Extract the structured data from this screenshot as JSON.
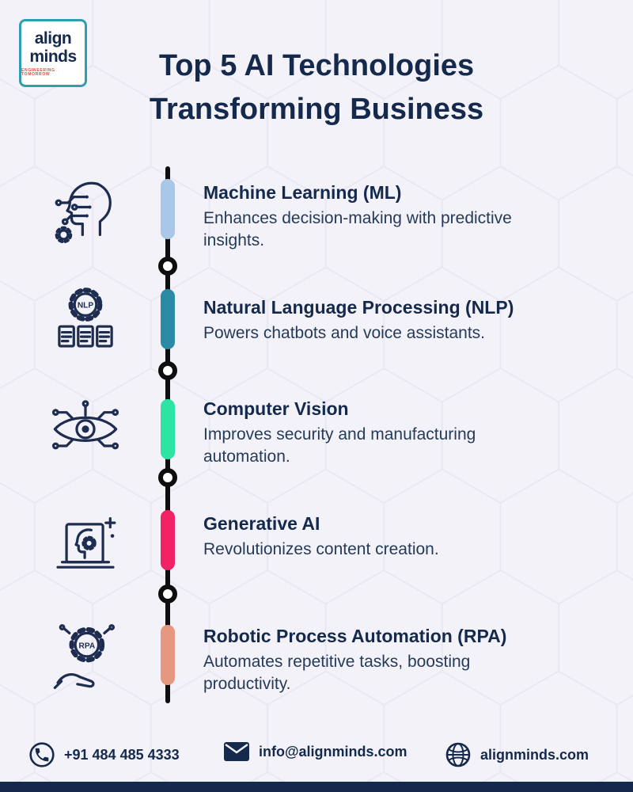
{
  "logo": {
    "line1": "align",
    "line2": "minds",
    "tagline": "ENGINEERING TOMORROW"
  },
  "title": {
    "line1": "Top 5 AI Technologies",
    "line2": "Transforming Business"
  },
  "items": [
    {
      "heading": "Machine Learning (ML)",
      "description": "Enhances decision-making with predictive insights.",
      "color": "#a9c7e6",
      "icon": "ml-head-circuit-icon"
    },
    {
      "heading": "Natural Language Processing (NLP)",
      "description": "Powers chatbots and voice assistants.",
      "color": "#2b8ba6",
      "icon": "nlp-gear-documents-icon",
      "icon_label": "NLP"
    },
    {
      "heading": "Computer Vision",
      "description": "Improves security and manufacturing automation.",
      "color": "#2ce5a2",
      "icon": "computer-vision-eye-icon"
    },
    {
      "heading": "Generative AI",
      "description": "Revolutionizes content creation.",
      "color": "#f32265",
      "icon": "generative-ai-head-laptop-icon"
    },
    {
      "heading": "Robotic Process Automation (RPA)",
      "description": "Automates repetitive tasks, boosting productivity.",
      "color": "#e6977f",
      "icon": "rpa-hand-gear-icon",
      "icon_label": "RPA"
    }
  ],
  "footer": {
    "phone": "+91 484 485 4333",
    "email": "info@alignminds.com",
    "website": "alignminds.com"
  },
  "colors": {
    "background": "#f3f2f8",
    "navy": "#14294b",
    "timeline": "#0e0e0e",
    "logo_border_teal": "#2f9fb0",
    "tagline_red": "#e2483d"
  }
}
